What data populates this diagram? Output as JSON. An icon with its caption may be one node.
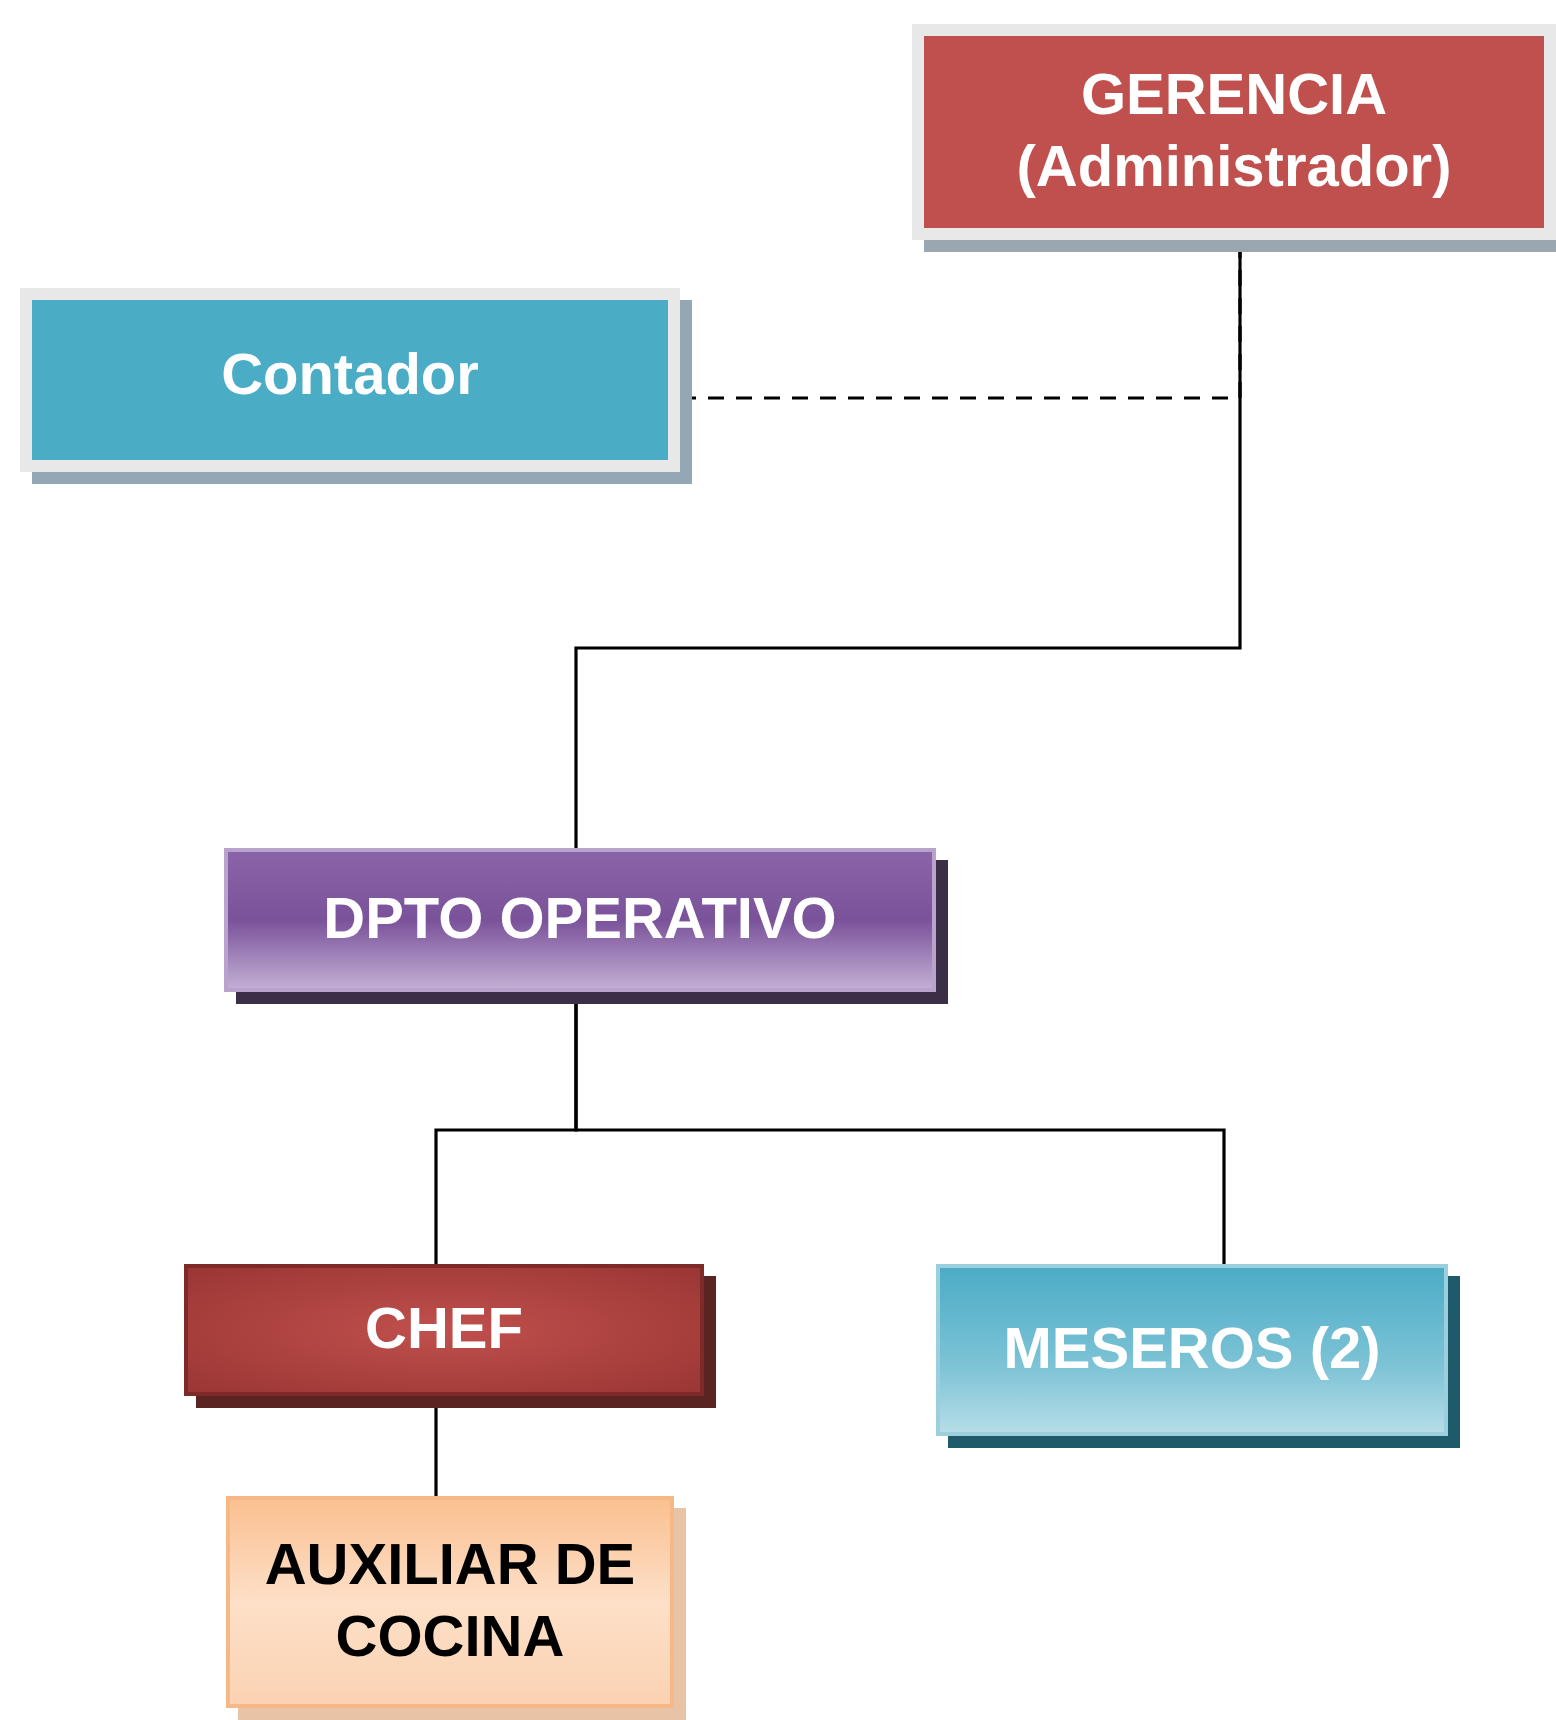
{
  "diagram": {
    "nodes": [
      {
        "text": [
          "GERENCIA (Administrador)"
        ]
      },
      {
        "text": [
          "Contador"
        ]
      },
      {
        "text": [
          "DPTO OPERATIVO"
        ]
      },
      {
        "text": [
          "CHEF"
        ]
      },
      {
        "text": [
          "MESEROS (2)"
        ]
      },
      {
        "text": [
          "AUXILIAR DE COCINA"
        ]
      }
    ],
    "edges": [
      {
        "from": 0,
        "to": 2,
        "arrow": "none"
      },
      {
        "from": 1,
        "to": 0,
        "arrow": "none",
        "style": "dashed"
      },
      {
        "from": 2,
        "to": 3,
        "arrow": "none"
      },
      {
        "from": 2,
        "to": 4,
        "arrow": "none"
      },
      {
        "from": 3,
        "to": 5,
        "arrow": "none"
      }
    ]
  }
}
